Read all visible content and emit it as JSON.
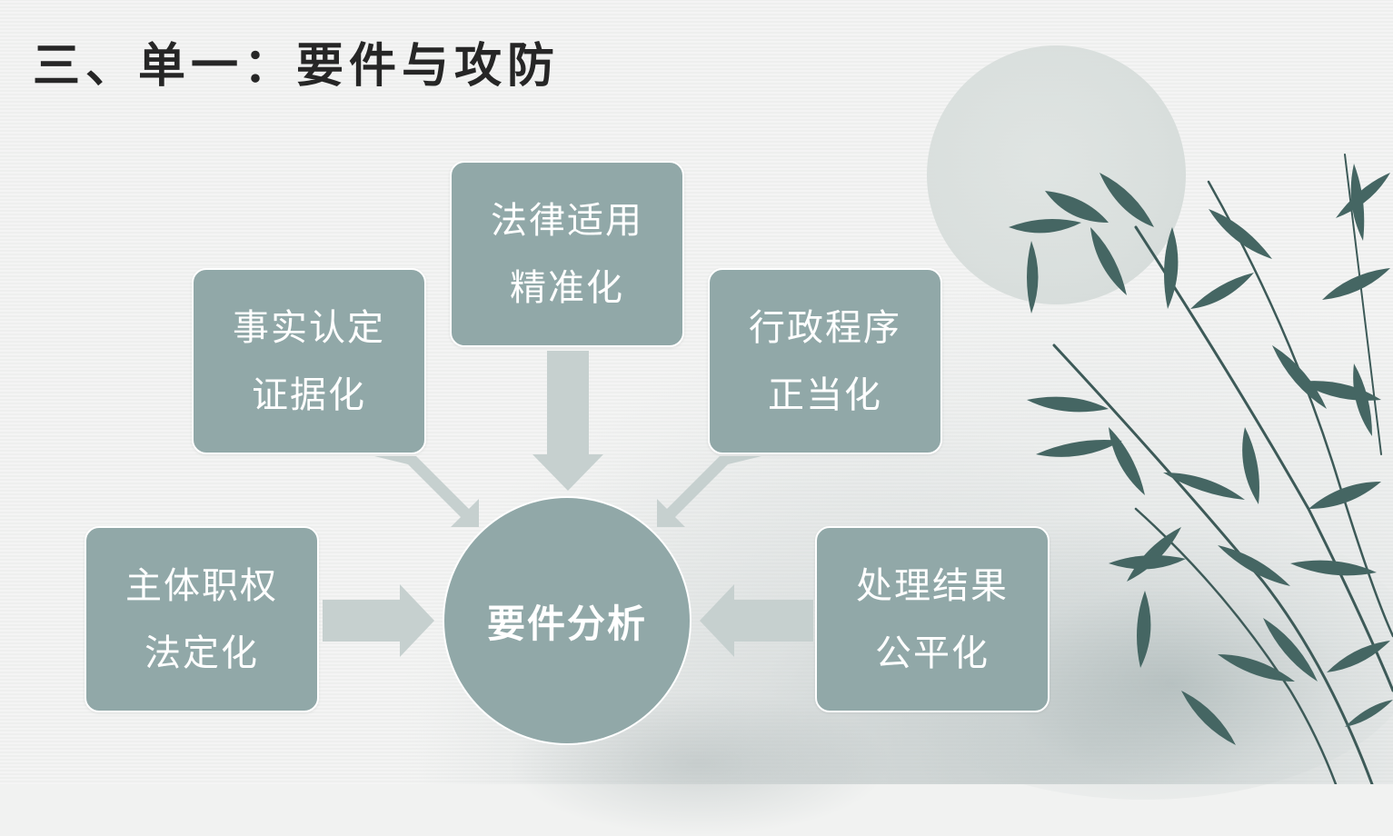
{
  "title": "三、单一：要件与攻防",
  "center": {
    "label": "要件分析"
  },
  "nodes": {
    "top": {
      "line1": "法律适用",
      "line2": "精准化"
    },
    "left_upper": {
      "line1": "事实认定",
      "line2": "证据化"
    },
    "right_upper": {
      "line1": "行政程序",
      "line2": "正当化"
    },
    "left_lower": {
      "line1": "主体职权",
      "line2": "法定化"
    },
    "right_lower": {
      "line1": "处理结果",
      "line2": "公平化"
    }
  },
  "colors": {
    "node_fill": "#91a8a8",
    "arrow_fill": "#c6d0cf",
    "text": "#ffffff",
    "title": "#262626"
  },
  "decoration": [
    "moon",
    "bamboo"
  ]
}
